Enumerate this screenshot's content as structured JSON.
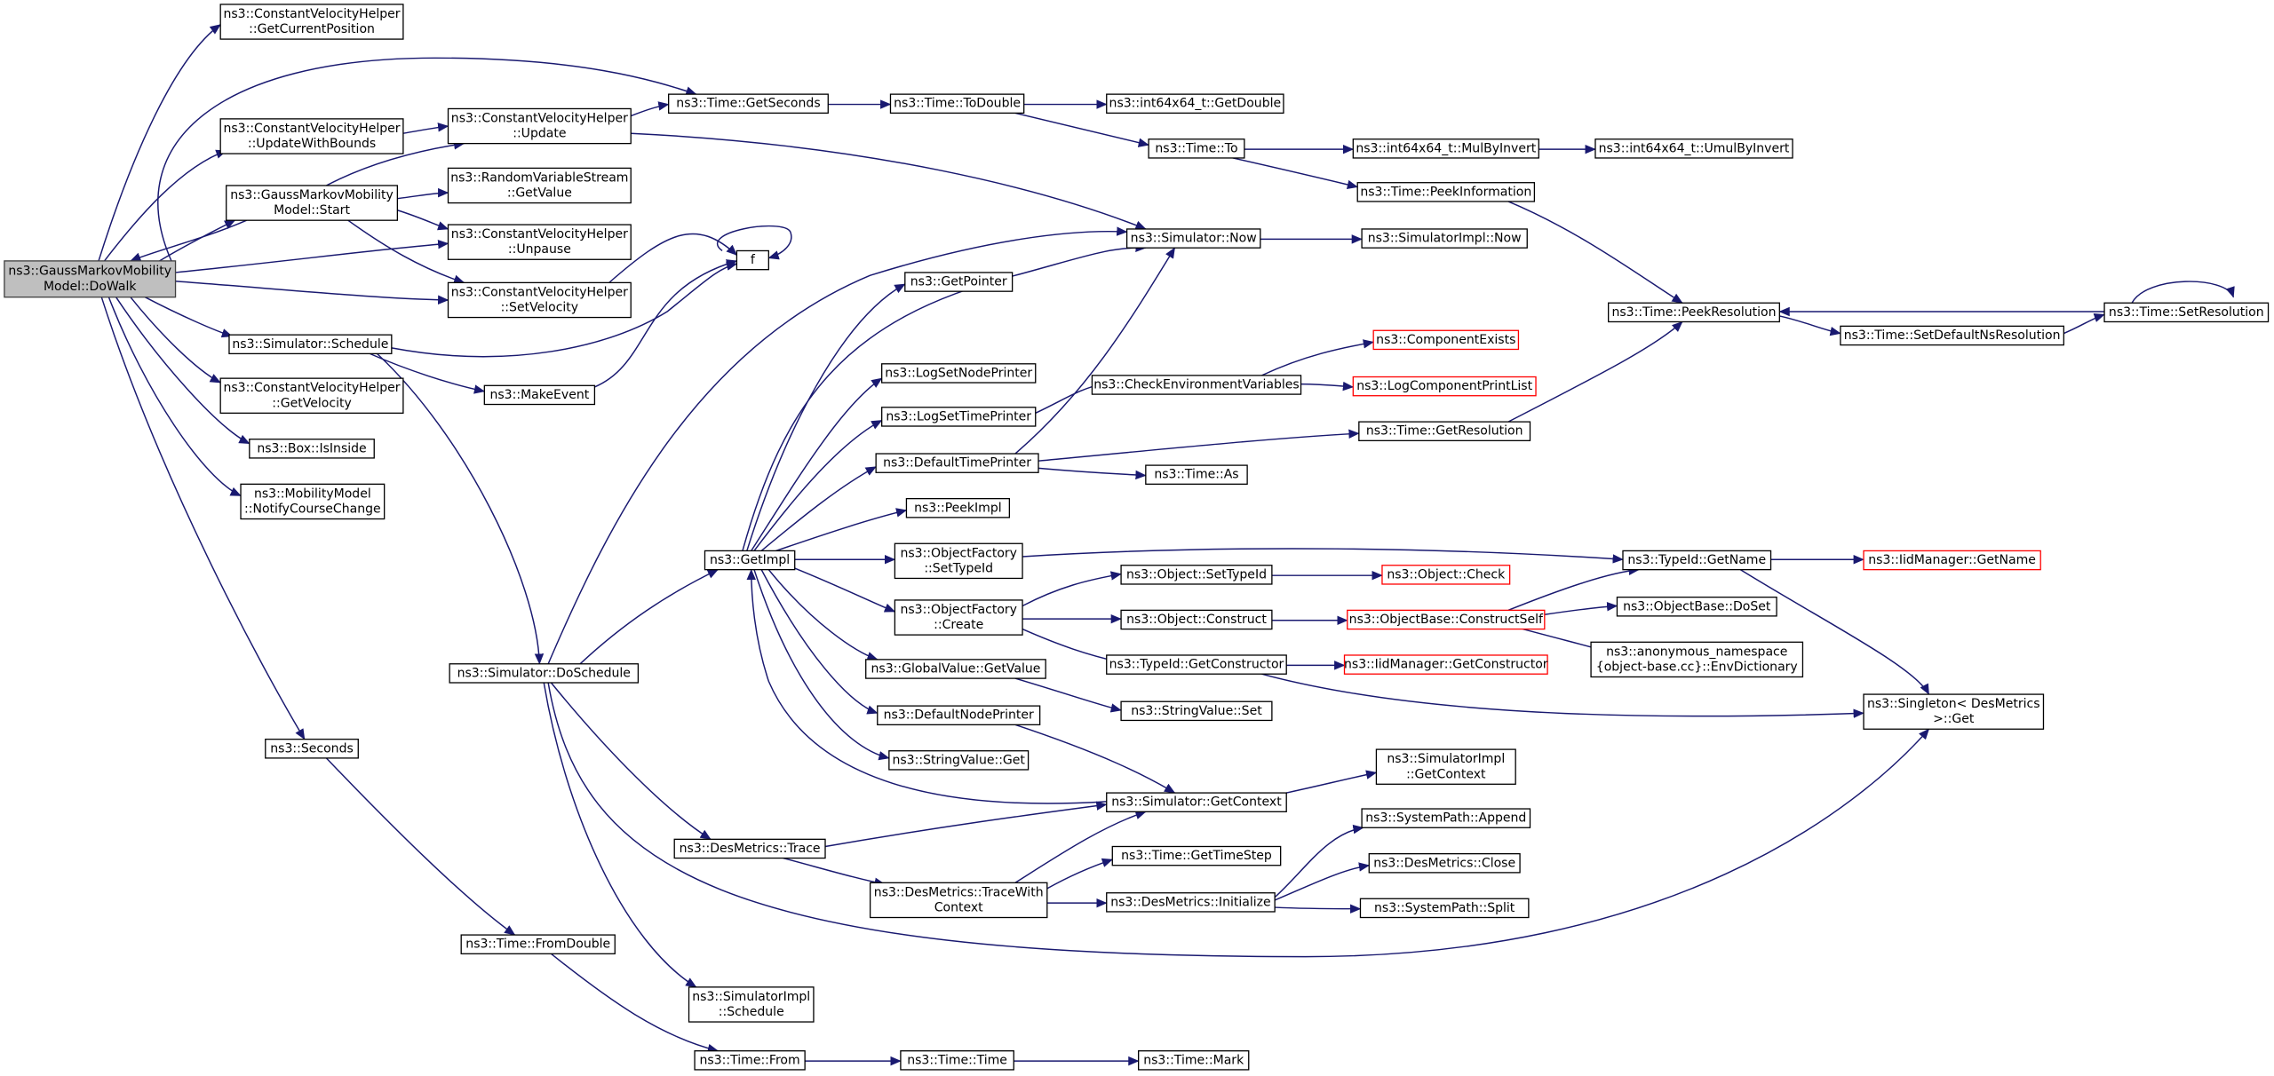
{
  "colors": {
    "edge": "#191970",
    "root_fill": "#bfbfbf",
    "node_border": "#000000",
    "external_border": "#ff0000",
    "background": "#ffffff"
  },
  "nodes": [
    {
      "id": "dowalk",
      "lines": [
        "ns3::GaussMarkovMobility",
        "Model::DoWalk"
      ],
      "style": "root"
    },
    {
      "id": "cvh_getcurpos",
      "lines": [
        "ns3::ConstantVelocityHelper",
        "::GetCurrentPosition"
      ]
    },
    {
      "id": "cvh_updwb",
      "lines": [
        "ns3::ConstantVelocityHelper",
        "::UpdateWithBounds"
      ]
    },
    {
      "id": "gm_start",
      "lines": [
        "ns3::GaussMarkovMobility",
        "Model::Start"
      ]
    },
    {
      "id": "sim_schedule",
      "lines": [
        "ns3::Simulator::Schedule"
      ]
    },
    {
      "id": "cvh_getvel",
      "lines": [
        "ns3::ConstantVelocityHelper",
        "::GetVelocity"
      ]
    },
    {
      "id": "box_isinside",
      "lines": [
        "ns3::Box::IsInside"
      ]
    },
    {
      "id": "mm_notify",
      "lines": [
        "ns3::MobilityModel",
        "::NotifyCourseChange"
      ]
    },
    {
      "id": "seconds",
      "lines": [
        "ns3::Seconds"
      ]
    },
    {
      "id": "cvh_update",
      "lines": [
        "ns3::ConstantVelocityHelper",
        "::Update"
      ]
    },
    {
      "id": "rvs_getvalue",
      "lines": [
        "ns3::RandomVariableStream",
        "::GetValue"
      ]
    },
    {
      "id": "cvh_unpause",
      "lines": [
        "ns3::ConstantVelocityHelper",
        "::Unpause"
      ]
    },
    {
      "id": "cvh_setvel",
      "lines": [
        "ns3::ConstantVelocityHelper",
        "::SetVelocity"
      ]
    },
    {
      "id": "makeevent",
      "lines": [
        "ns3::MakeEvent"
      ]
    },
    {
      "id": "sim_doschedule",
      "lines": [
        "ns3::Simulator::DoSchedule"
      ]
    },
    {
      "id": "time_fromdouble",
      "lines": [
        "ns3::Time::FromDouble"
      ]
    },
    {
      "id": "time_getseconds",
      "lines": [
        "ns3::Time::GetSeconds"
      ]
    },
    {
      "id": "f",
      "lines": [
        "f"
      ]
    },
    {
      "id": "desm_trace",
      "lines": [
        "ns3::DesMetrics::Trace"
      ]
    },
    {
      "id": "simimpl_schedule",
      "lines": [
        "ns3::SimulatorImpl",
        "::Schedule"
      ]
    },
    {
      "id": "time_from",
      "lines": [
        "ns3::Time::From"
      ]
    },
    {
      "id": "getimpl",
      "lines": [
        "ns3::GetImpl"
      ]
    },
    {
      "id": "time_todouble",
      "lines": [
        "ns3::Time::ToDouble"
      ]
    },
    {
      "id": "getpointer",
      "lines": [
        "ns3::GetPointer"
      ]
    },
    {
      "id": "logsetnodeprinter",
      "lines": [
        "ns3::LogSetNodePrinter"
      ]
    },
    {
      "id": "logsettimeprinter",
      "lines": [
        "ns3::LogSetTimePrinter"
      ]
    },
    {
      "id": "defaulttimeprinter",
      "lines": [
        "ns3::DefaultTimePrinter"
      ]
    },
    {
      "id": "peekimpl",
      "lines": [
        "ns3::PeekImpl"
      ]
    },
    {
      "id": "of_settypeid",
      "lines": [
        "ns3::ObjectFactory",
        "::SetTypeId"
      ]
    },
    {
      "id": "of_create",
      "lines": [
        "ns3::ObjectFactory",
        "::Create"
      ]
    },
    {
      "id": "gv_getvalue",
      "lines": [
        "ns3::GlobalValue::GetValue"
      ]
    },
    {
      "id": "defaultnodeprinter",
      "lines": [
        "ns3::DefaultNodePrinter"
      ]
    },
    {
      "id": "sv_get",
      "lines": [
        "ns3::StringValue::Get"
      ]
    },
    {
      "id": "desm_tracewithctx",
      "lines": [
        "ns3::DesMetrics::TraceWith",
        "Context"
      ]
    },
    {
      "id": "time_time",
      "lines": [
        "ns3::Time::Time"
      ]
    },
    {
      "id": "i64_getdouble",
      "lines": [
        "ns3::int64x64_t::GetDouble"
      ]
    },
    {
      "id": "time_to",
      "lines": [
        "ns3::Time::To"
      ]
    },
    {
      "id": "sim_now",
      "lines": [
        "ns3::Simulator::Now"
      ]
    },
    {
      "id": "checkenv",
      "lines": [
        "ns3::CheckEnvironmentVariables"
      ]
    },
    {
      "id": "time_as",
      "lines": [
        "ns3::Time::As"
      ]
    },
    {
      "id": "obj_settypeid",
      "lines": [
        "ns3::Object::SetTypeId"
      ]
    },
    {
      "id": "obj_construct",
      "lines": [
        "ns3::Object::Construct"
      ]
    },
    {
      "id": "tid_getconstructor",
      "lines": [
        "ns3::TypeId::GetConstructor"
      ]
    },
    {
      "id": "sv_set",
      "lines": [
        "ns3::StringValue::Set"
      ]
    },
    {
      "id": "sim_getcontext",
      "lines": [
        "ns3::Simulator::GetContext"
      ]
    },
    {
      "id": "time_gettimestep",
      "lines": [
        "ns3::Time::GetTimeStep"
      ]
    },
    {
      "id": "desm_initialize",
      "lines": [
        "ns3::DesMetrics::Initialize"
      ]
    },
    {
      "id": "time_mark",
      "lines": [
        "ns3::Time::Mark"
      ]
    },
    {
      "id": "i64_mulbyinvert",
      "lines": [
        "ns3::int64x64_t::MulByInvert"
      ]
    },
    {
      "id": "time_peekinfo",
      "lines": [
        "ns3::Time::PeekInformation"
      ]
    },
    {
      "id": "simimpl_now",
      "lines": [
        "ns3::SimulatorImpl::Now"
      ]
    },
    {
      "id": "componentexists",
      "lines": [
        "ns3::ComponentExists"
      ],
      "style": "red"
    },
    {
      "id": "logcompprintlist",
      "lines": [
        "ns3::LogComponentPrintList"
      ],
      "style": "red"
    },
    {
      "id": "time_getresolution",
      "lines": [
        "ns3::Time::GetResolution"
      ]
    },
    {
      "id": "obj_check",
      "lines": [
        "ns3::Object::Check"
      ],
      "style": "red"
    },
    {
      "id": "ob_constructself",
      "lines": [
        "ns3::ObjectBase::ConstructSelf"
      ],
      "style": "red"
    },
    {
      "id": "iid_getconstructor",
      "lines": [
        "ns3::IidManager::GetConstructor"
      ],
      "style": "red"
    },
    {
      "id": "simimpl_getcontext",
      "lines": [
        "ns3::SimulatorImpl",
        "::GetContext"
      ]
    },
    {
      "id": "sp_append",
      "lines": [
        "ns3::SystemPath::Append"
      ]
    },
    {
      "id": "desm_close",
      "lines": [
        "ns3::DesMetrics::Close"
      ]
    },
    {
      "id": "sp_split",
      "lines": [
        "ns3::SystemPath::Split"
      ]
    },
    {
      "id": "i64_umulbyinvert",
      "lines": [
        "ns3::int64x64_t::UmulByInvert"
      ]
    },
    {
      "id": "tid_getname",
      "lines": [
        "ns3::TypeId::GetName"
      ]
    },
    {
      "id": "ob_doset",
      "lines": [
        "ns3::ObjectBase::DoSet"
      ]
    },
    {
      "id": "anon_envdict",
      "lines": [
        "ns3::anonymous_namespace",
        "{object-base.cc}::EnvDictionary"
      ]
    },
    {
      "id": "time_peekres",
      "lines": [
        "ns3::Time::PeekResolution"
      ]
    },
    {
      "id": "time_setdefnsres",
      "lines": [
        "ns3::Time::SetDefaultNsResolution"
      ]
    },
    {
      "id": "singleton_get",
      "lines": [
        "ns3::Singleton< DesMetrics",
        " >::Get"
      ]
    },
    {
      "id": "iid_getname",
      "lines": [
        "ns3::IidManager::GetName"
      ],
      "style": "red"
    },
    {
      "id": "time_setres",
      "lines": [
        "ns3::Time::SetResolution"
      ]
    }
  ]
}
